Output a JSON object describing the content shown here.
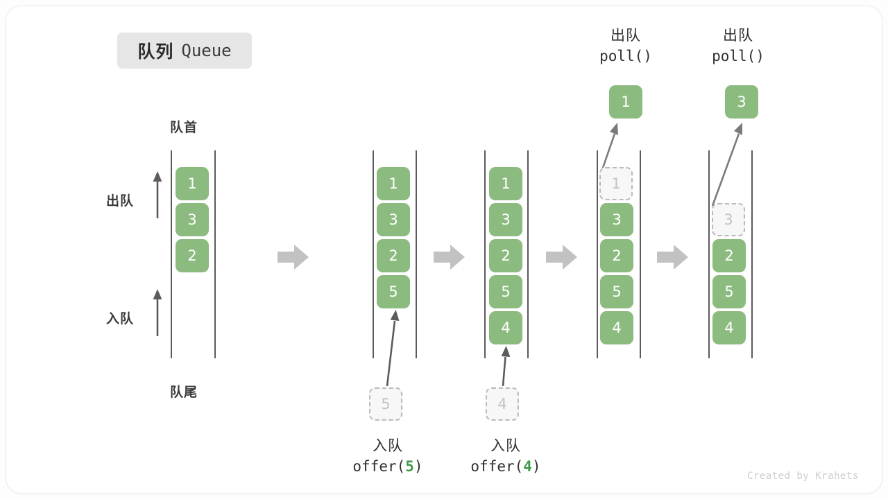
{
  "title": {
    "cn": "队列",
    "en": "Queue"
  },
  "labels": {
    "front": "队首",
    "rear": "队尾",
    "dequeue_side": "出队",
    "enqueue_side": "入队"
  },
  "credit": "Created by Krahets",
  "colors": {
    "cell_fill": "#8cbb80",
    "cell_text": "#ffffff",
    "ghost_fill": "#f7f7f7",
    "ghost_border": "#b9b9b9",
    "ghost_text": "#c3c3c3",
    "rail": "#5a5a5a",
    "flow_arrow": "#c2c2c2",
    "accent_green": "#3f9c49",
    "text": "#2f2f2f",
    "chip_bg": "#e6e6e6"
  },
  "panels": [
    {
      "id": "panel-initial",
      "cells": [
        "1",
        "3",
        "2"
      ]
    },
    {
      "id": "panel-after-offer-5",
      "cells": [
        "1",
        "3",
        "2",
        "5"
      ],
      "incoming": "5",
      "op_cn": "入队",
      "op_code_prefix": "offer(",
      "op_code_arg": "5",
      "op_code_suffix": ")"
    },
    {
      "id": "panel-after-offer-4",
      "cells": [
        "1",
        "3",
        "2",
        "5",
        "4"
      ],
      "incoming": "4",
      "op_cn": "入队",
      "op_code_prefix": "offer(",
      "op_code_arg": "4",
      "op_code_suffix": ")"
    },
    {
      "id": "panel-after-poll-1",
      "cells": [
        "3",
        "2",
        "5",
        "4"
      ],
      "removed": "1",
      "op_cn": "出队",
      "op_code": "poll()"
    },
    {
      "id": "panel-after-poll-3",
      "cells": [
        "2",
        "5",
        "4"
      ],
      "removed": "3",
      "op_cn": "出队",
      "op_code": "poll()"
    }
  ]
}
